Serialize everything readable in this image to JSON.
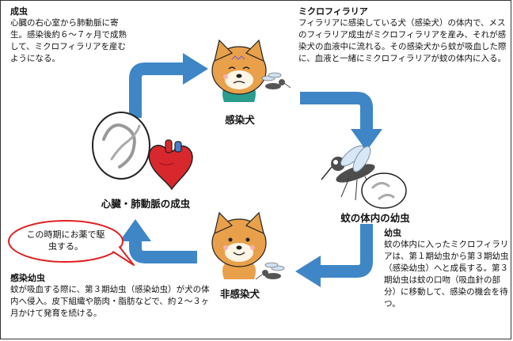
{
  "adult_worm": {
    "title": "成虫",
    "text": "心臓の右心室から肺動脈に寄生。感染後約６～７ヶ月で成熟して、ミクロフィラリアを産むようになる。"
  },
  "microfilaria": {
    "title": "ミクロフィラリア",
    "text": "フィラリアに感染している犬（感染犬）の体内で、メスのフィラリア成虫がミクロフィラリアを産み、それが感染犬の血液中に流れる。その感染犬から蚊が吸血した際に、血液と一緒にミクロフィラリアが蚊の体内に入る。"
  },
  "larva": {
    "title": "幼虫",
    "text": "蚊の体内に入ったミクロフィラリアは、第１期幼虫から第３期幼虫（感染幼虫）へと成長する。第３期幼虫は蚊の口吻（吸血針の部分）に移動して、感染の機会を待つ。"
  },
  "infective_larva": {
    "title": "感染幼虫",
    "text": "蚊が吸血する際に、第３期幼虫（感染幼虫）が犬の体内へ侵入。皮下組織や筋肉・脂肪などで、約２～３ヶ月かけて発育を続ける。"
  },
  "labels": {
    "infected_dog": "感染犬",
    "mosquito_larva": "蚊の体内の幼虫",
    "heart_worm": "心臓・肺動脈の成虫",
    "uninfected_dog": "非感染犬"
  },
  "callout": "この時期にお薬で駆虫する。",
  "colors": {
    "arrow": "#3f86c6",
    "callout_border": "#e02020",
    "dog_fur": "#e9a04a",
    "heart": "#d8282e"
  }
}
